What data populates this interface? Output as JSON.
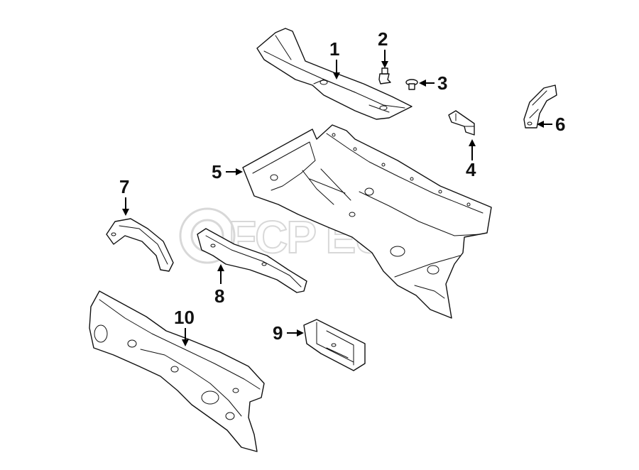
{
  "watermark": {
    "text": "FCP EURO"
  },
  "callouts": [
    {
      "id": "1",
      "label": "1"
    },
    {
      "id": "2",
      "label": "2"
    },
    {
      "id": "3",
      "label": "3"
    },
    {
      "id": "4",
      "label": "4"
    },
    {
      "id": "5",
      "label": "5"
    },
    {
      "id": "6",
      "label": "6"
    },
    {
      "id": "7",
      "label": "7"
    },
    {
      "id": "8",
      "label": "8"
    },
    {
      "id": "9",
      "label": "9"
    },
    {
      "id": "10",
      "label": "10"
    }
  ],
  "colors": {
    "line": "#111111",
    "watermark": "#d8d8d8",
    "background": "#ffffff"
  }
}
